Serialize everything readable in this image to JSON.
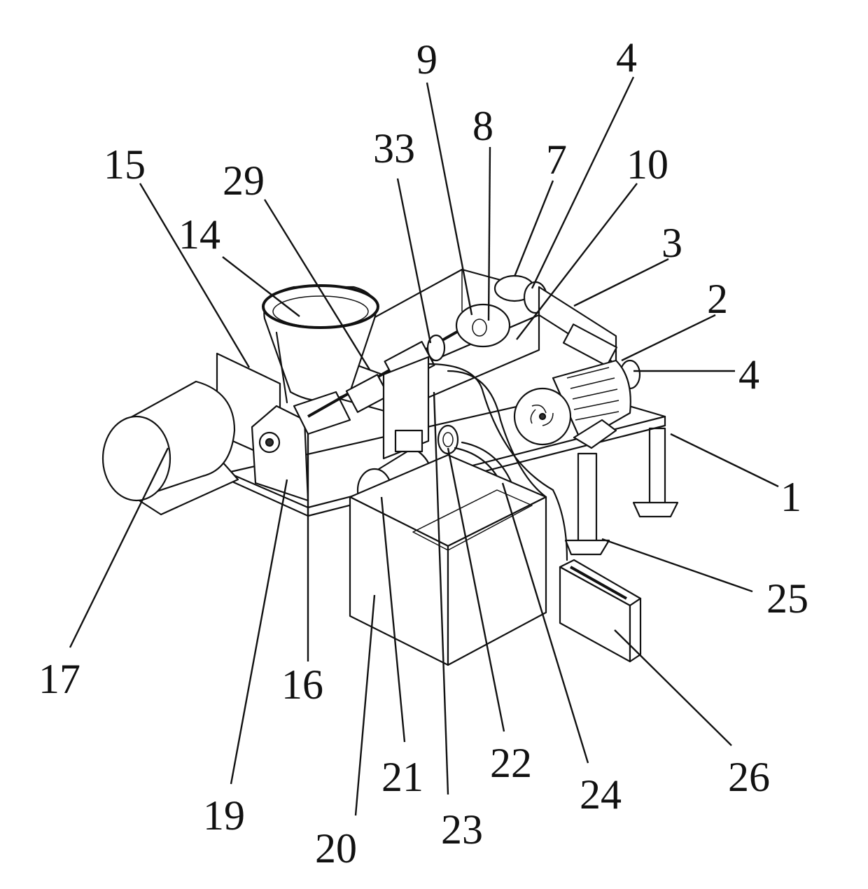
{
  "labels": [
    {
      "id": "1",
      "text": "1"
    },
    {
      "id": "2",
      "text": "2"
    },
    {
      "id": "3",
      "text": "3"
    },
    {
      "id": "4a",
      "text": "4"
    },
    {
      "id": "4b",
      "text": "4"
    },
    {
      "id": "7",
      "text": "7"
    },
    {
      "id": "8",
      "text": "8"
    },
    {
      "id": "9",
      "text": "9"
    },
    {
      "id": "10",
      "text": "10"
    },
    {
      "id": "14",
      "text": "14"
    },
    {
      "id": "15",
      "text": "15"
    },
    {
      "id": "16",
      "text": "16"
    },
    {
      "id": "17",
      "text": "17"
    },
    {
      "id": "19",
      "text": "19"
    },
    {
      "id": "20",
      "text": "20"
    },
    {
      "id": "21",
      "text": "21"
    },
    {
      "id": "22",
      "text": "22"
    },
    {
      "id": "23",
      "text": "23"
    },
    {
      "id": "24",
      "text": "24"
    },
    {
      "id": "25",
      "text": "25"
    },
    {
      "id": "26",
      "text": "26"
    },
    {
      "id": "29",
      "text": "29"
    },
    {
      "id": "33",
      "text": "33"
    }
  ]
}
